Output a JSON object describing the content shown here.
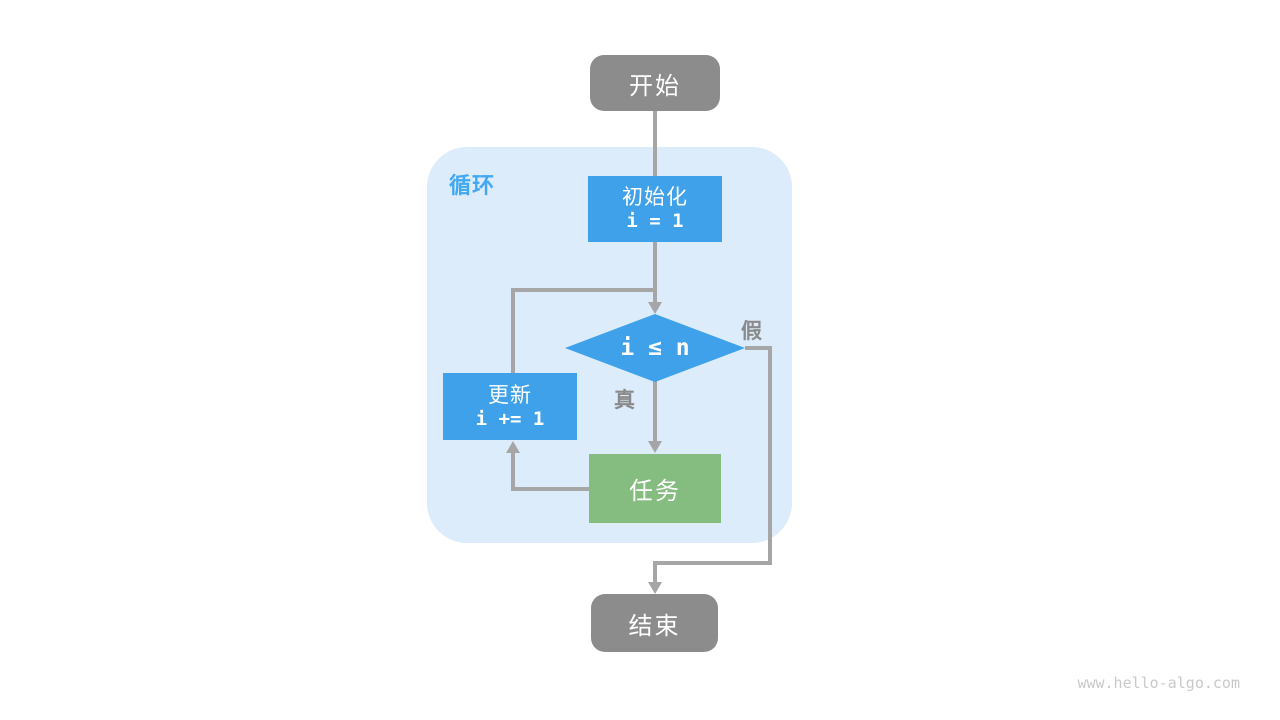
{
  "colors": {
    "node-gray": "#8C8C8C",
    "node-blue": "#3EA1E9",
    "node-green": "#85BC80",
    "loop-bg": "#DCECFA",
    "loop-label": "#41A8F1",
    "line-gray": "#A6A6A6",
    "edge-label-gray": "#8A8A8A",
    "watermark-gray": "#C9C9C9"
  },
  "diagram": {
    "loop_label": "循环",
    "nodes": {
      "start": {
        "label": "开始"
      },
      "init": {
        "title": "初始化",
        "code": "i = 1"
      },
      "condition": {
        "label": "i ≤ n"
      },
      "update": {
        "title": "更新",
        "code": "i += 1"
      },
      "task": {
        "label": "任务"
      },
      "end": {
        "label": "结束"
      }
    },
    "edge_labels": {
      "true_branch": "真",
      "false_branch": "假"
    }
  },
  "footer": {
    "watermark": "www.hello-algo.com"
  }
}
